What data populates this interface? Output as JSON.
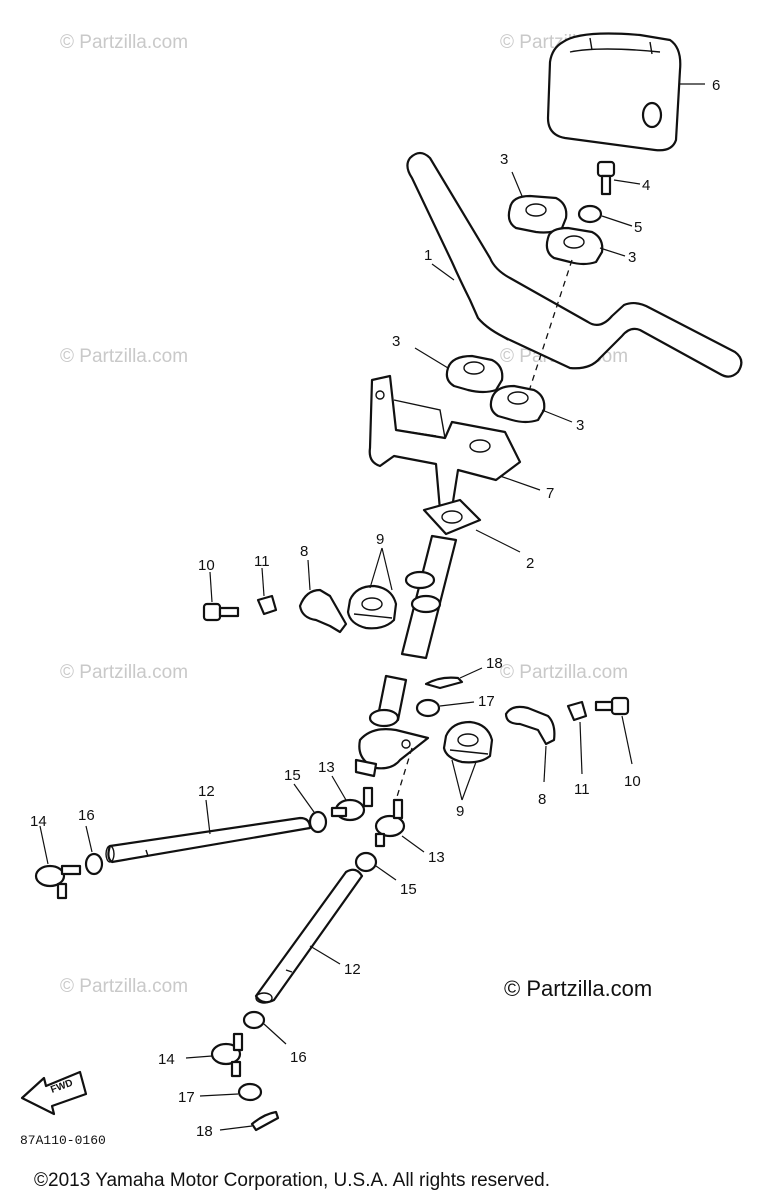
{
  "watermark": "© Partzilla.com",
  "watermark_main": "© Partzilla.com",
  "diagram_code": "87A110-0160",
  "fwd_label": "FWD",
  "copyright": "©2013 Yamaha Motor Corporation, U.S.A. All rights reserved.",
  "callouts": [
    "1",
    "2",
    "3",
    "4",
    "5",
    "6",
    "7",
    "8",
    "9",
    "10",
    "11",
    "12",
    "13",
    "14",
    "15",
    "16",
    "17",
    "18"
  ]
}
